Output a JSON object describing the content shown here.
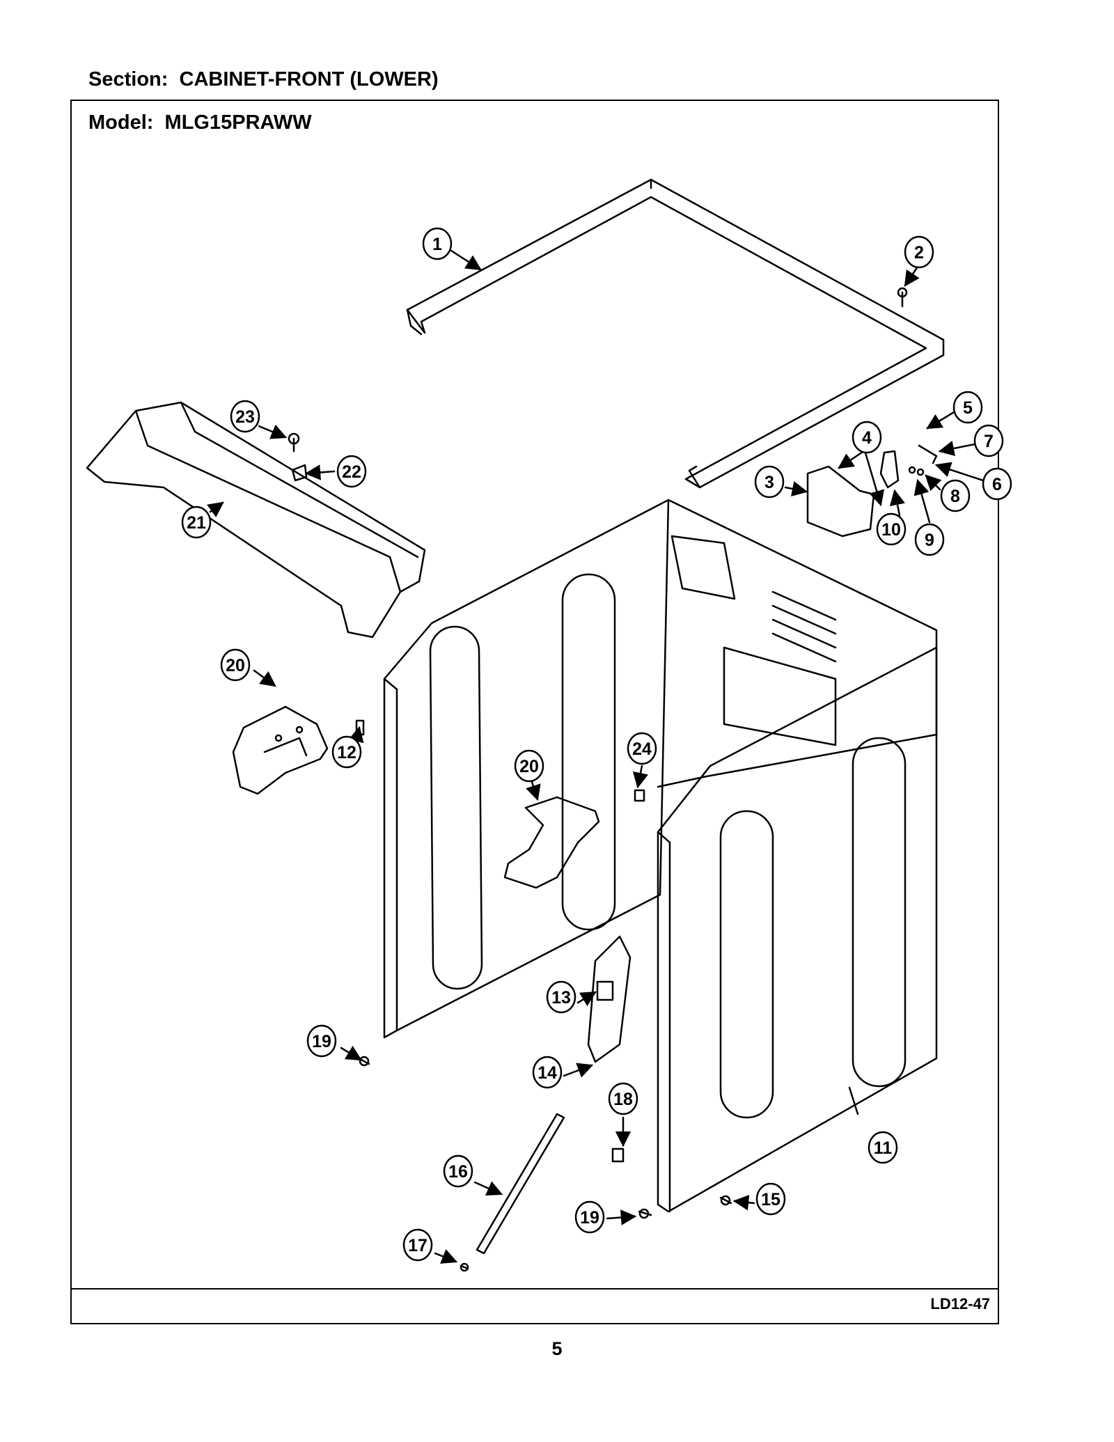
{
  "section_title": "Section:  CABINET-FRONT (LOWER)",
  "model_title": "Model:  MLG15PRAWW",
  "diagram_code": "LD12-47",
  "page_number": "5",
  "callouts": {
    "c1": "1",
    "c2": "2",
    "c3": "3",
    "c4": "4",
    "c5": "5",
    "c6": "6",
    "c7": "7",
    "c8": "8",
    "c9": "9",
    "c10": "10",
    "c11": "11",
    "c12": "12",
    "c13": "13",
    "c14": "14",
    "c15": "15",
    "c16": "16",
    "c17": "17",
    "c18": "18",
    "c19a": "19",
    "c19b": "19",
    "c20a": "20",
    "c20b": "20",
    "c21": "21",
    "c22": "22",
    "c23": "23",
    "c24": "24"
  }
}
